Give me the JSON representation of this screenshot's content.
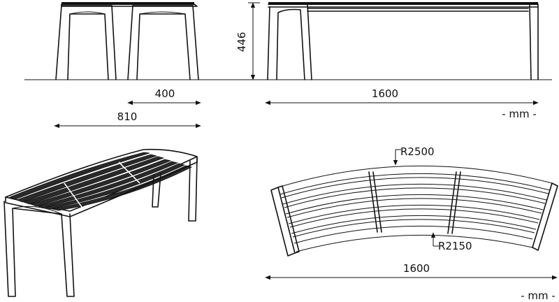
{
  "dimensions": {
    "depth_seat": "400",
    "depth_total": "810",
    "height": "446",
    "length_side": "1600",
    "length_plan": "1600",
    "radius_outer": "R2500",
    "radius_inner": "R2150"
  },
  "units": {
    "top": "- mm -",
    "bottom": "- mm -"
  }
}
